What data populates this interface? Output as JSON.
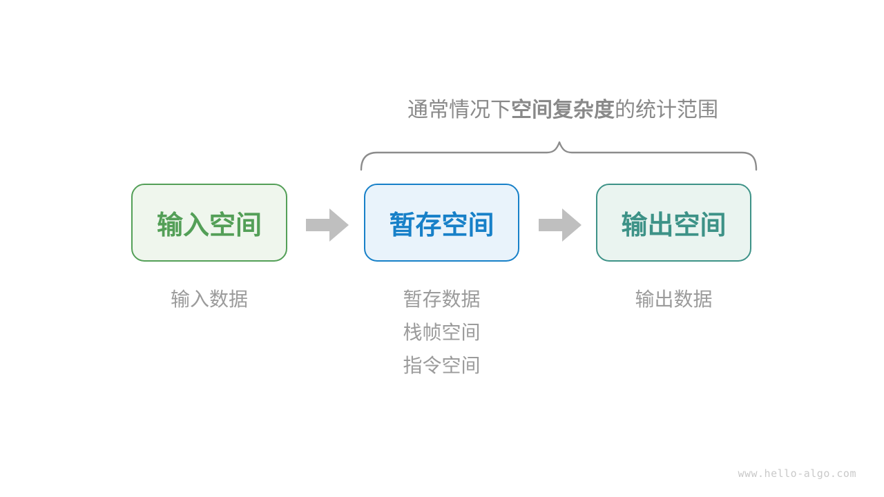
{
  "title": {
    "prefix": "通常情况下",
    "bold": "空间复杂度",
    "suffix": "的统计范围",
    "color": "#898989"
  },
  "brace": {
    "color": "#8c8c8c"
  },
  "boxes": [
    {
      "label": "输入空间",
      "border_color": "#539f57",
      "fill_color": "#eff6ed",
      "text_color": "#539f57"
    },
    {
      "label": "暂存空间",
      "border_color": "#1780c8",
      "fill_color": "#e9f3fb",
      "text_color": "#1780c8"
    },
    {
      "label": "输出空间",
      "border_color": "#3d9287",
      "fill_color": "#eaf4f0",
      "text_color": "#3d9287"
    }
  ],
  "arrows": {
    "color": "#bfbfbf"
  },
  "annotations": {
    "color": "#9b9b9b",
    "groups": [
      {
        "lines": [
          "输入数据"
        ]
      },
      {
        "lines": [
          "暂存数据",
          "栈帧空间",
          "指令空间"
        ]
      },
      {
        "lines": [
          "输出数据"
        ]
      }
    ]
  },
  "watermark": {
    "text": "www.hello-algo.com",
    "color": "#c9c9c9"
  }
}
